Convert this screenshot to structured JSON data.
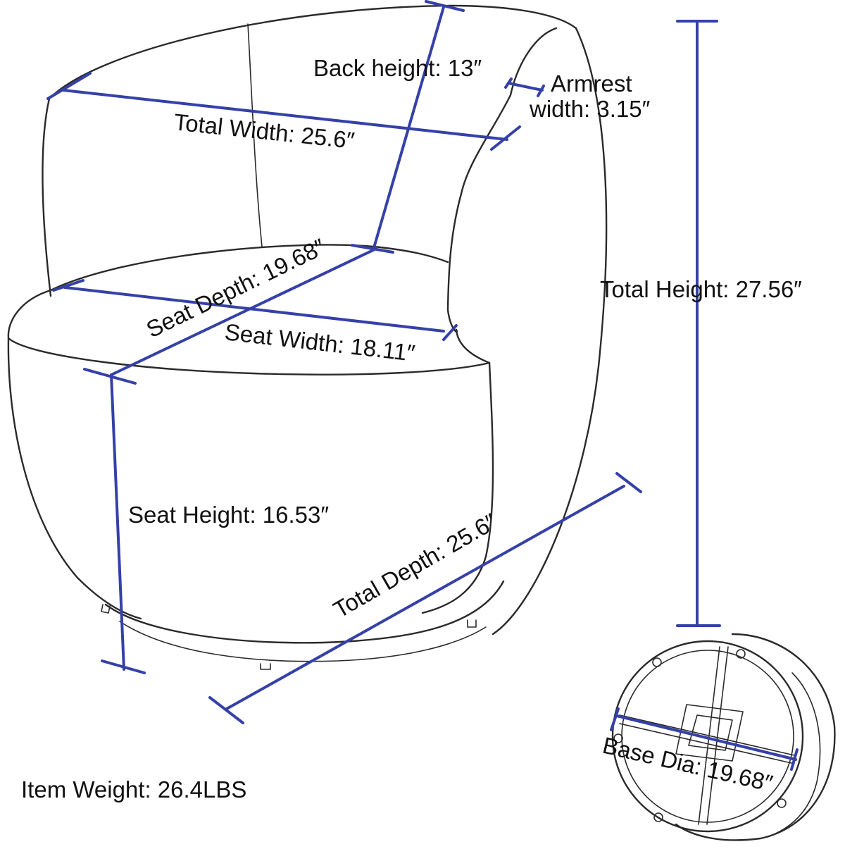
{
  "colors": {
    "dimension_line": "#3540a8",
    "outline": "#2a2a2a",
    "text": "#111111"
  },
  "labels": {
    "back_height": "Back height: 13″",
    "armrest_line1": "Armrest",
    "armrest_line2": "width: 3.15″",
    "total_width": "Total Width: 25.6″",
    "total_height": "Total Height: 27.56″",
    "seat_depth": "Seat Depth: 19.68″",
    "seat_width": "Seat Width: 18.11″",
    "seat_height": "Seat Height: 16.53″",
    "total_depth": "Total Depth:  25.6″",
    "base_dia": "Base Dia: 19.68″",
    "item_weight": "Item Weight: 26.4LBS"
  }
}
